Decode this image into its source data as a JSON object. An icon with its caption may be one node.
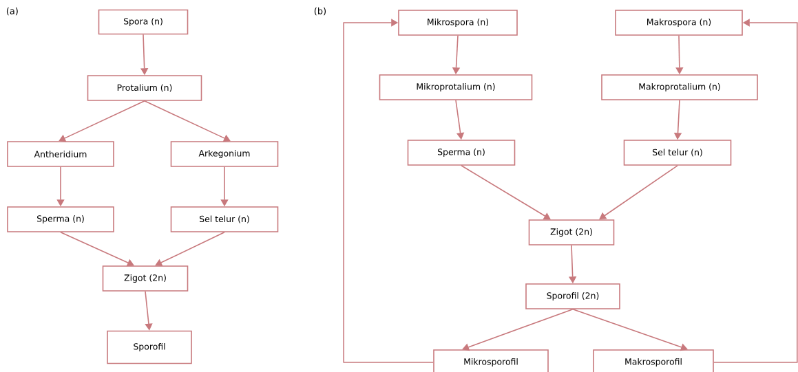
{
  "diagram": {
    "nodes": [
      {
        "text": [
          "Spora (n)"
        ]
      },
      {
        "text": [
          "Protalium (n)"
        ]
      },
      {
        "text": [
          "Antheridium"
        ]
      },
      {
        "text": [
          "Arkegonium"
        ]
      },
      {
        "text": [
          "Sperma (n)"
        ]
      },
      {
        "text": [
          "Sel telur (n)"
        ]
      },
      {
        "text": [
          "Zigot (2n)"
        ]
      },
      {
        "text": [
          "Sporofil"
        ]
      },
      {
        "text": [
          "Mikrospora (n)"
        ]
      },
      {
        "text": [
          "Makrospora (n)"
        ]
      },
      {
        "text": [
          "Mikroprotalium (n)"
        ]
      },
      {
        "text": [
          "Makroprotalium (n)"
        ]
      },
      {
        "text": [
          "Sperma (n)"
        ]
      },
      {
        "text": [
          "Sel telur (n)"
        ]
      },
      {
        "text": [
          "Zigot (2n)"
        ]
      },
      {
        "text": [
          "Sporofil (2n)"
        ]
      },
      {
        "text": [
          "Mikrosporofil"
        ]
      },
      {
        "text": [
          "Makrosporofil"
        ]
      }
    ],
    "edges": [
      {
        "from": 0,
        "to": 1,
        "arrow": "to"
      },
      {
        "from": 1,
        "to": 2,
        "arrow": "to"
      },
      {
        "from": 1,
        "to": 3,
        "arrow": "to"
      },
      {
        "from": 2,
        "to": 4,
        "arrow": "to"
      },
      {
        "from": 3,
        "to": 5,
        "arrow": "to"
      },
      {
        "from": 4,
        "to": 6,
        "arrow": "to"
      },
      {
        "from": 5,
        "to": 6,
        "arrow": "to"
      },
      {
        "from": 6,
        "to": 7,
        "arrow": "to"
      },
      {
        "from": 8,
        "to": 10,
        "arrow": "to"
      },
      {
        "from": 9,
        "to": 11,
        "arrow": "to"
      },
      {
        "from": 10,
        "to": 12,
        "arrow": "to"
      },
      {
        "from": 11,
        "to": 13,
        "arrow": "to"
      },
      {
        "from": 12,
        "to": 14,
        "arrow": "to"
      },
      {
        "from": 13,
        "to": 14,
        "arrow": "to"
      },
      {
        "from": 14,
        "to": 15,
        "arrow": "to"
      },
      {
        "from": 15,
        "to": 16,
        "arrow": "to"
      },
      {
        "from": 15,
        "to": 17,
        "arrow": "to"
      },
      {
        "from": 16,
        "to": 8,
        "arrow": "to"
      },
      {
        "from": 17,
        "to": 9,
        "arrow": "to"
      }
    ],
    "labels": [
      "(a)",
      "(b)"
    ]
  }
}
